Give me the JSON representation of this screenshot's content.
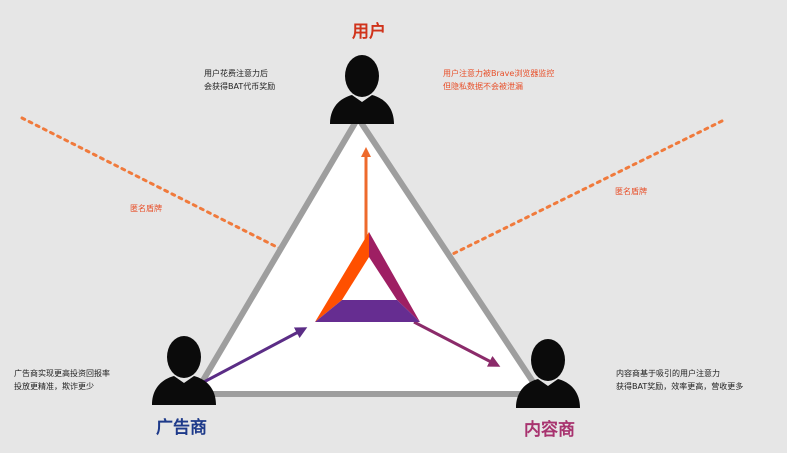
{
  "roles": {
    "user": "用户",
    "advertiser": "广告商",
    "publisher": "内容商"
  },
  "notes": {
    "user_reward": [
      "用户花费注意力后",
      "会获得BAT代币奖励"
    ],
    "user_privacy": [
      "用户注意力被Brave浏览器监控",
      "但隐私数据不会被泄漏"
    ],
    "anon_left": "匿名盾牌",
    "anon_right": "匿名盾牌",
    "advertiser_benefit": [
      "广告商实现更高投资回报率",
      "投放更精准，欺诈更少"
    ],
    "publisher_benefit": [
      "内容商基于吸引的用户注意力",
      "获得BAT奖励，效率更高，营收更多"
    ]
  },
  "colors": {
    "background": "#e6e6e6",
    "triangle_fill": "#ffffff",
    "triangle_stroke": "#9e9e9e",
    "person": "#0b0b0b",
    "user_label": "#d0331b",
    "advertiser_label": "#1e3a8a",
    "publisher_label": "#a8336f",
    "red_note": "#e8502a",
    "dark_note": "#222222",
    "dotted_line": "#f07a3c",
    "arrow_up": "#ee6a2c",
    "arrow_left": "#5b2d86",
    "arrow_right": "#8b2b6a",
    "logo_orange": "#ff5000",
    "logo_magenta": "#9e1f63",
    "logo_purple": "#662d91"
  },
  "icons": {
    "user": "person-silhouette-icon",
    "advertiser": "person-silhouette-icon",
    "publisher": "person-silhouette-icon",
    "center_logo": "bat-logo-icon"
  }
}
